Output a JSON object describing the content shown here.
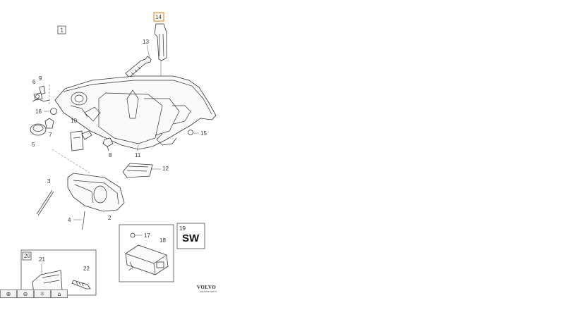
{
  "callouts": {
    "c1": "1",
    "c2": "2",
    "c3": "3",
    "c4": "4",
    "c5": "5",
    "c6": "6",
    "c7": "7",
    "c8": "8",
    "c9": "9",
    "c10": "10",
    "c11": "11",
    "c12": "12",
    "c13": "13",
    "c14": "14",
    "c15": "15",
    "c16": "16",
    "c17": "17",
    "c18": "18",
    "c19": "19",
    "c20": "20",
    "c21": "21",
    "c22": "22"
  },
  "highlight_color": "#e8922a",
  "sw_label": "SW",
  "brand": {
    "name": "VOLVO",
    "sub": "GENUINE PARTS"
  },
  "toolbar": {
    "zoom_in_icon": "zoom-in-icon",
    "zoom_out_icon": "zoom-out-icon",
    "reset_icon": "reset-icon",
    "home_icon": "home-icon"
  }
}
